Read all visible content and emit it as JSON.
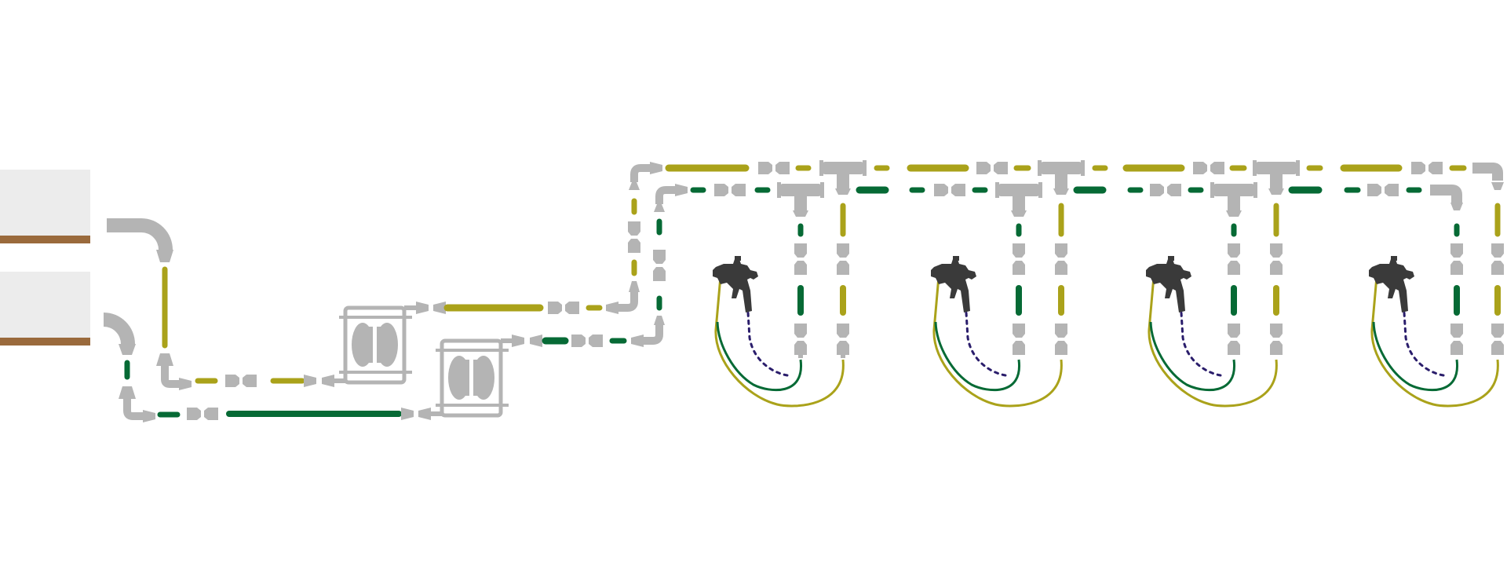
{
  "diagram": {
    "kind": "dual-line two-component spray system",
    "colors": {
      "background": "#ffffff",
      "tank": "#ececec",
      "tank_base": "#9a6a3c",
      "fitting": "#b4b4b4",
      "line_a": "#aaa21a",
      "line_b": "#066a35",
      "air_line": "#2a1d6b",
      "gun": "#3a3a3a"
    },
    "tanks": [
      {
        "id": "tank-a",
        "feeds": "line_a"
      },
      {
        "id": "tank-b",
        "feeds": "line_b"
      }
    ],
    "pumps": [
      {
        "id": "pump-a",
        "line": "line_a",
        "icon": "diaphragm-pump-icon"
      },
      {
        "id": "pump-b",
        "line": "line_b",
        "icon": "diaphragm-pump-icon"
      }
    ],
    "spray_stations": [
      {
        "id": "station-1",
        "icon": "spray-gun-icon"
      },
      {
        "id": "station-2",
        "icon": "spray-gun-icon"
      },
      {
        "id": "station-3",
        "icon": "spray-gun-icon"
      },
      {
        "id": "station-4",
        "icon": "spray-gun-icon"
      }
    ]
  }
}
